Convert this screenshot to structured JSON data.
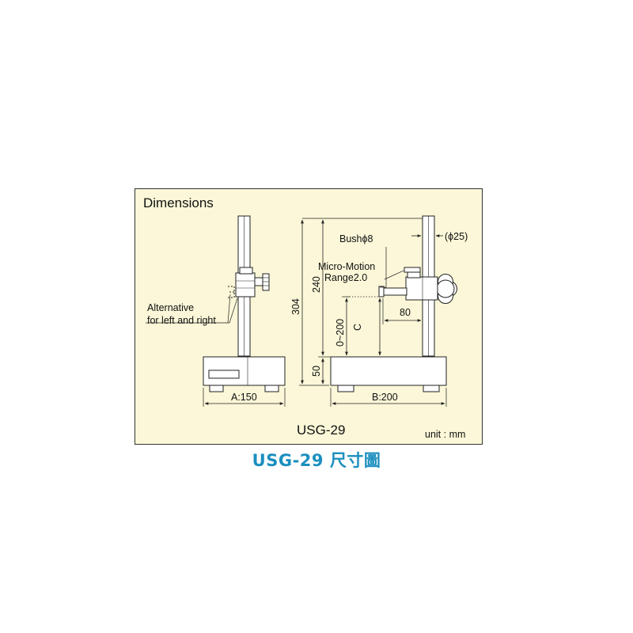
{
  "diagram": {
    "heading": "Dimensions",
    "model": "USG-29",
    "unit": "unit : mm",
    "labels": {
      "alternative_line1": "Alternative",
      "alternative_line2": "for left and right",
      "width_a": "A:150",
      "width_b": "B:200",
      "height_total": "304",
      "height_240": "240",
      "height_50": "50",
      "range": "0~200",
      "c_label": "C",
      "bush": "Bushϕ8",
      "micro_motion_line1": "Micro-Motion",
      "micro_motion_line2": "Range2.0",
      "dim_80": "80",
      "phi25": "(ϕ25)"
    }
  },
  "caption": "USG-29 尺寸圖",
  "colors": {
    "panel_background": "#fbf7d8",
    "panel_border": "#333333",
    "line": "#222222",
    "base_fill": "#ffffff",
    "caption": "#1b8fbf"
  }
}
